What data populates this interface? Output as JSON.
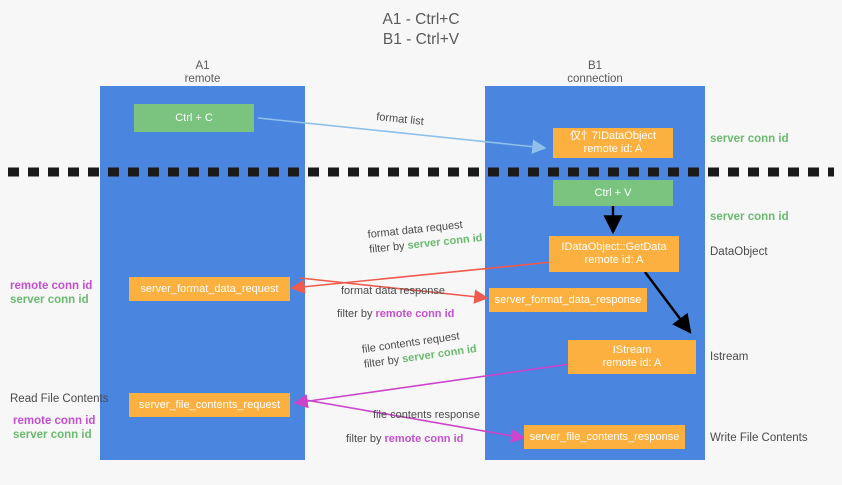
{
  "title": "A1 - Ctrl+C\nB1 - Ctrl+V",
  "columns": {
    "a1": "A1\nremote",
    "b1": "B1\nconnection"
  },
  "boxes": {
    "ctrl_c": "Ctrl + C",
    "ctrl_v": "Ctrl + V",
    "data_object_top": "仅忄7IDataObject\nremote id: A",
    "get_data": "IDataObject::GetData\nremote id: A",
    "istream": "IStream\nremote id: A",
    "server_format_data_request": "server_format_data_request",
    "server_format_data_response": "server_format_data_response",
    "server_file_contents_request": "server_file_contents_request",
    "server_file_contents_response": "server_file_contents_response"
  },
  "right_labels": {
    "server_conn_id_top": "server conn id",
    "server_conn_id_mid": "server conn id",
    "data_object": "DataObject",
    "istream": "Istream",
    "write_file_contents": "Write File Contents"
  },
  "left_labels": {
    "remote_conn_id_1": "remote conn id",
    "server_conn_id_1": "server conn id",
    "read_file_contents": "Read File Contents",
    "remote_conn_id_2": "remote conn id",
    "server_conn_id_2": "server conn id"
  },
  "arrows": {
    "format_list": "format list",
    "format_data_request_l1": "format data request",
    "format_data_request_l2a": "filter by ",
    "format_data_request_l2b": "server conn id",
    "format_data_response_l1": "format data response",
    "format_data_response_l2a": "filter by ",
    "format_data_response_l2b": "remote conn id",
    "file_contents_request_l1": "file contents request",
    "file_contents_request_l2a": "filter by ",
    "file_contents_request_l2b": "server conn id",
    "file_contents_response_l1": "file contents response",
    "file_contents_response_l2a": "filter by ",
    "file_contents_response_l2b": "remote conn id"
  },
  "colors": {
    "lane": "#4a86e0",
    "green_box": "#7ac47f",
    "orange_box": "#fbb040",
    "green_text": "#6aba6f",
    "magenta_text": "#c44fd0",
    "light_blue_arrow": "#8fc0ea",
    "red_arrow": "#ef5a4c",
    "magenta_arrow": "#cc44cc",
    "black_arrow": "#000000",
    "background": "#f7f7f7"
  }
}
